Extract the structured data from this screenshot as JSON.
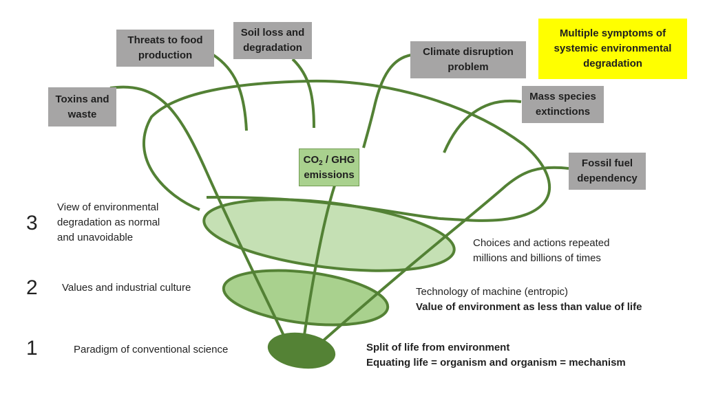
{
  "colors": {
    "line": "#538135",
    "ellipse_light": "#c5e0b4",
    "ellipse_mid": "#a9d18e",
    "ellipse_dark": "#548235",
    "symptom_box": "#a6a5a5",
    "title_box": "#ffff00",
    "co2_box": "#a9d18e"
  },
  "title_box": {
    "label": "Multiple symptoms of systemic environmental degradation"
  },
  "symptoms": [
    {
      "id": "toxins",
      "line1": "Toxins and",
      "line2": "waste"
    },
    {
      "id": "food",
      "line1": "Threats to food",
      "line2": "production"
    },
    {
      "id": "soil",
      "line1": "Soil loss and",
      "line2": "degradation"
    },
    {
      "id": "climate",
      "line1": "Climate disruption",
      "line2": "problem"
    },
    {
      "id": "species",
      "line1": "Mass species",
      "line2": "extinctions"
    },
    {
      "id": "fossil",
      "line1": "Fossil fuel",
      "line2": "dependency"
    }
  ],
  "co2_box": {
    "prefix": "CO",
    "subscript": "2",
    "suffix": " / GHG",
    "line2": "emissions"
  },
  "levels": [
    {
      "number": "3",
      "lines": [
        "View of environmental",
        "degradation as normal",
        "and unavoidable"
      ]
    },
    {
      "number": "2",
      "lines": [
        "Values and industrial culture"
      ]
    },
    {
      "number": "1",
      "lines": [
        "Paradigm of conventional science"
      ]
    }
  ],
  "descriptions": {
    "choices": [
      "Choices and actions repeated",
      "millions and billions of times"
    ],
    "technology": "Technology of machine (entropic)",
    "value": "Value of environment as less than value of life",
    "split": "Split of life from environment",
    "equating": "Equating life = organism and organism = mechanism"
  }
}
